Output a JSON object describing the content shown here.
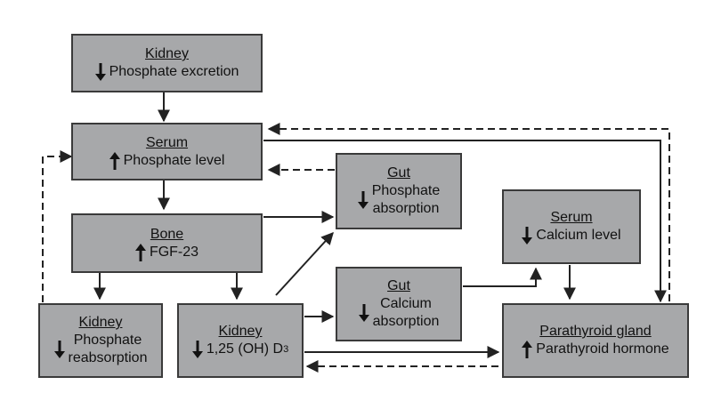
{
  "boxes": {
    "kidney_excretion": {
      "title": "Kidney",
      "arrow": "down",
      "text": "Phosphate excretion"
    },
    "serum_phosphate": {
      "title": "Serum",
      "arrow": "up",
      "text": "Phosphate level"
    },
    "bone": {
      "title": "Bone",
      "arrow": "up",
      "text": "FGF-23"
    },
    "gut_phosphate": {
      "title": "Gut",
      "arrow": "down",
      "line1": "Phosphate",
      "line2": "absorption"
    },
    "serum_calcium": {
      "title": "Serum",
      "arrow": "down",
      "text": "Calcium level"
    },
    "gut_calcium": {
      "title": "Gut",
      "arrow": "down",
      "line1": "Calcium",
      "line2": "absorption"
    },
    "kidney_reabsorption": {
      "title": "Kidney",
      "arrow": "down",
      "line1": "Phosphate",
      "line2": "reabsorption"
    },
    "kidney_vitd": {
      "title": "Kidney",
      "arrow": "down",
      "text": "1,25 (OH) D",
      "subscript": "3"
    },
    "parathyroid": {
      "title": "Parathyroid gland",
      "arrow": "up",
      "text": "Parathyroid hormone"
    }
  },
  "colors": {
    "box_fill": "#a7a8aa",
    "box_border": "#3a3a3a",
    "line": "#222222"
  },
  "icons": {
    "down": "arrow-down-icon",
    "up": "arrow-up-icon"
  }
}
